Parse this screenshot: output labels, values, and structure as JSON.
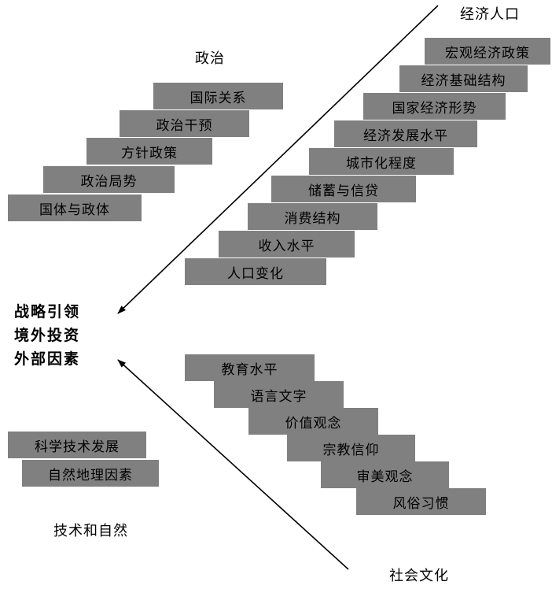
{
  "page": {
    "background_color": "#ffffff",
    "box_color": "#808080",
    "text_color": "#000000",
    "arrow_color": "#000000"
  },
  "center": {
    "lines": [
      "战略引领",
      "境外投资",
      "外部因素"
    ]
  },
  "groups": {
    "politics": {
      "label": "政治",
      "items": [
        "国际关系",
        "政治干预",
        "方针政策",
        "政治局势",
        "国体与政体"
      ]
    },
    "economy": {
      "label": "经济人口",
      "items": [
        "宏观经济政策",
        "经济基础结构",
        "国家经济形势",
        "经济发展水平",
        "城市化程度",
        "储蓄与信贷",
        "消费结构",
        "收入水平",
        "人口变化"
      ]
    },
    "social": {
      "label": "社会文化",
      "items": [
        "教育水平",
        "语言文字",
        "价值观念",
        "宗教信仰",
        "审美观念",
        "风俗习惯"
      ]
    },
    "technology": {
      "label": "技术和自然",
      "items": [
        "科学技术发展",
        "自然地理因素"
      ]
    }
  }
}
